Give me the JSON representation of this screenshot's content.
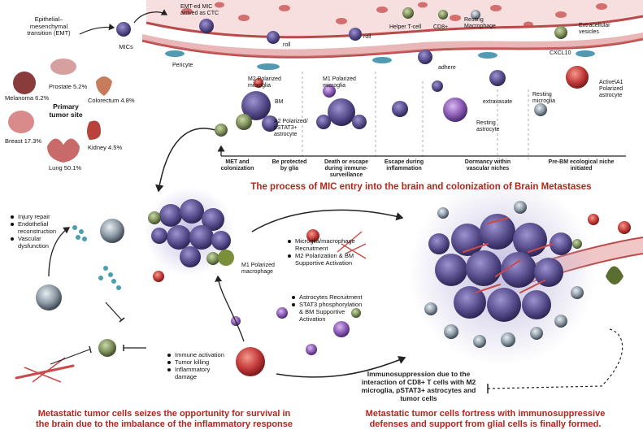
{
  "palette": {
    "vessel": "#f3d3d3",
    "vessel_wall": "#b94a4a",
    "rbc": "#c94a4a",
    "tumor": "#5a4f8f",
    "microglia": "#c43b3b",
    "astrocyte": "#7c4fa0",
    "tcell": "#6f7f5a",
    "title_red": "#b3261e"
  },
  "primary": {
    "emt": "Epithelial–\nmesenchymal\ntransition (EMT)",
    "mics": "MICs",
    "title": "Primary\ntumor site",
    "sites": [
      {
        "name": "Melanoma 6.2%"
      },
      {
        "name": "Prostate 5.2%"
      },
      {
        "name": "Colorectum 4.8%"
      },
      {
        "name": "Breast 17.3%"
      },
      {
        "name": "Kidney 4.5%"
      },
      {
        "name": "Lung 50.1%"
      }
    ]
  },
  "vessel": {
    "ctc": "EMT-ed MIC\narrived as CTC",
    "roll1": "roll",
    "roll2": "roll",
    "pericyte": "Pericyte",
    "adhere": "adhere",
    "extravasate": "extravasate",
    "helper_t": "Helper T-cell",
    "cd8": "CD8+",
    "resting_macro": "Resting\nMacrophage",
    "ev": "Extracellular\nvesicles",
    "cxcl10": "CXCL10",
    "a1": "Active\\A1\nPolarized\nastrocyte",
    "resting_microglia": "Resting\nmicroglia",
    "resting_astro": "Resting\nastrocyte"
  },
  "niche": {
    "m2": "M2 Polarized\nmicroglia",
    "bm": "BM",
    "a2": "A2 Polarized/\npSTAT3+\nastrocyte",
    "m1": "M1 Polarized\nmicroglia"
  },
  "stages": [
    {
      "label": "MET and\ncolonization"
    },
    {
      "label": "Be protected\nby glia"
    },
    {
      "label": "Death or escape\nduring immune-\nsurveillance"
    },
    {
      "label": "Escape during\ninflammation"
    },
    {
      "label": "Dormancy within\nvascular niches"
    },
    {
      "label": "Pre-BM ecological niche\ninitiated"
    }
  ],
  "process_title": "The process of MIC entry into the brain and colonization of Brain Metastases",
  "left_panel": {
    "injury": [
      "Injury repair",
      "Endothelial\nreconstruction",
      "Vascular\ndysfunction"
    ],
    "m1_macro": "M1 Polarized\nmacrophage",
    "immune": [
      "Immune activation",
      "Tumor killing",
      "Inflammatory\ndamage"
    ],
    "title": "Metastatic tumor cells seizes the opportunity for survival in\nthe brain due to the imbalance of the inflammatory response"
  },
  "middle_panel": {
    "microglia": [
      "Microglia/macrophage\nRecruitment",
      "M2 Polarization & BM\nSupportive Activation"
    ],
    "astro": [
      "Astrocytes Recruitment",
      "STAT3 phosphorylation\n& BM Supportive\nActivation"
    ]
  },
  "right_panel": {
    "immuno": "Immunosuppression due to the\ninteraction of CD8+ T cells with M2\nmicroglia, pSTAT3+ astrocytes and\ntumor cells",
    "title": "Metastatic tumor cells fortress with immunosuppressive\ndefenses and support from glial cells is finally formed."
  }
}
